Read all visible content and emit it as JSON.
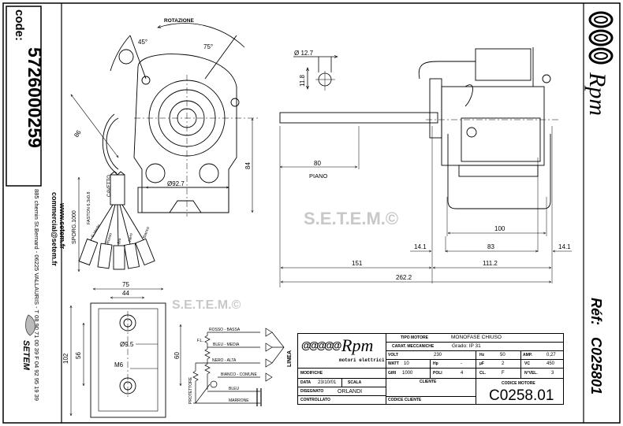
{
  "left_strip": {
    "code_label": "code:",
    "code_value": "5726000259",
    "website": "www.setem.fr",
    "email": "commercial@setem.fr",
    "address": "885 chemin St.Bernard  -  06225 VALLAURIS  -  T 08 90 71 00 39  F 04 92 95 19 39",
    "brand_logo_text": "SETEM"
  },
  "right_strip": {
    "brand": "Rpm",
    "ref_label": "Réf:",
    "ref_value": "C025801"
  },
  "watermark": "S.E.T.E.M.©",
  "front_view": {
    "rotation_label": "ROTAZIONE",
    "angle_1": "45°",
    "angle_2": "75°",
    "dim_86": "86",
    "dim_84": "84",
    "dim_diameter": "Ø92.7",
    "cable_label": "CAVETTO",
    "faston_label": "FASTON 6.3x0.8",
    "length_label": "SPORG.1000",
    "wires": [
      "G.Verde",
      "Rosso",
      "Blu",
      "Nero",
      "Bianco"
    ]
  },
  "shaft_detail": {
    "diameter": "Ø 12.7",
    "flat": "11.8"
  },
  "side_view": {
    "dim_piano_value": "80",
    "dim_piano_label": "PIANO",
    "dim_100": "100",
    "dim_14_1_left": "14.1",
    "dim_83": "83",
    "dim_14_1_right": "14.1",
    "dim_151": "151",
    "dim_111_2": "111.2",
    "dim_262_2": "262.2"
  },
  "base_view": {
    "dim_75": "75",
    "dim_44": "44",
    "dim_102": "102",
    "dim_56": "56",
    "dim_hole": "Ø9.5",
    "dim_thread": "M6",
    "dim_60": "60"
  },
  "wiring": {
    "red": "ROSSO - BASSA",
    "blue": "BLEU - MEDIA",
    "black": "NERO - ALTA",
    "white": "BIANCO - COMUNE",
    "blue_cap": "BLEU",
    "brown": "MARRONE",
    "fl": "F.L.",
    "protector": "PROTETTORE",
    "line": "LINEA"
  },
  "title_block": {
    "logo_brand": "Rpm",
    "logo_sub": "motori elettrici",
    "tipo_motore_label": "TIPO MOTORE",
    "tipo_motore_value": "MONOFASE CHIUSO",
    "carat_label": "CARAT. MECCANICHE",
    "carat_value": "Grado:  IP 31",
    "volt_label": "VOLT",
    "volt_value": "230",
    "hz_label": "Hz",
    "hz_value": "50",
    "amp_label": "AMP.",
    "amp_value": "0,27",
    "watt_label": "WATT",
    "watt_value": "10",
    "hp_label": "Hp",
    "hp_value": "-",
    "uf_label": "µF",
    "uf_value": "2",
    "vc_label": "VC",
    "vc_value": "450",
    "giri_label": "GIRI",
    "giri_value": "1000",
    "poli_label": "POLI",
    "poli_value": "4",
    "cl_label": "CL.",
    "cl_value": "F",
    "vel_label": "N°VEL.",
    "vel_value": "3",
    "modifiche_label": "MODIFICHE",
    "data_label": "DATA",
    "data_value": "23/10/01",
    "scala_label": "SCALA",
    "disegnato_label": "DISEGNATO",
    "disegnato_value": "ORLANDI",
    "controllato_label": "CONTROLLATO",
    "cliente_label": "CLIENTE",
    "codice_cliente_label": "CODICE CLIENTE",
    "codice_motore_label": "CODICE MOTORE",
    "codice_motore_value": "C0258.01"
  }
}
